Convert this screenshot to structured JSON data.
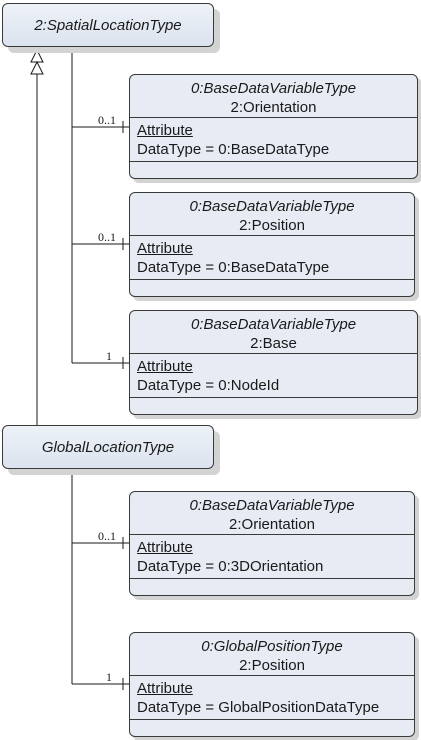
{
  "types": {
    "spatial": "2:SpatialLocationType",
    "global": "GlobalLocationType"
  },
  "instances": [
    {
      "type": "0:BaseDataVariableType",
      "name": "2:Orientation",
      "attr_header": "Attribute",
      "attr_value": "DataType = 0:BaseDataType",
      "multiplicity": "0..1"
    },
    {
      "type": "0:BaseDataVariableType",
      "name": "2:Position",
      "attr_header": "Attribute",
      "attr_value": "DataType = 0:BaseDataType",
      "multiplicity": "0..1"
    },
    {
      "type": "0:BaseDataVariableType",
      "name": "2:Base",
      "attr_header": "Attribute",
      "attr_value": "DataType = 0:NodeId",
      "multiplicity": "1"
    },
    {
      "type": "0:BaseDataVariableType",
      "name": "2:Orientation",
      "attr_header": "Attribute",
      "attr_value": "DataType = 0:3DOrientation",
      "multiplicity": "0..1"
    },
    {
      "type": "0:GlobalPositionType",
      "name": "2:Position",
      "attr_header": "Attribute",
      "attr_value": "DataType = GlobalPositionDataType",
      "multiplicity": "1"
    }
  ]
}
